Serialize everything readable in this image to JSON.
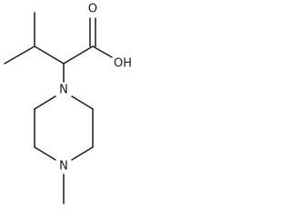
{
  "molecule": {
    "atoms": {
      "hydroxyl": "OH",
      "carbonyl_oxygen": "O",
      "piperazine_n1": "N",
      "piperazine_n4": "N"
    }
  },
  "colors": {
    "bond": "#1a1a1a",
    "label": "#1a1a1a",
    "background": "#ffffff"
  }
}
